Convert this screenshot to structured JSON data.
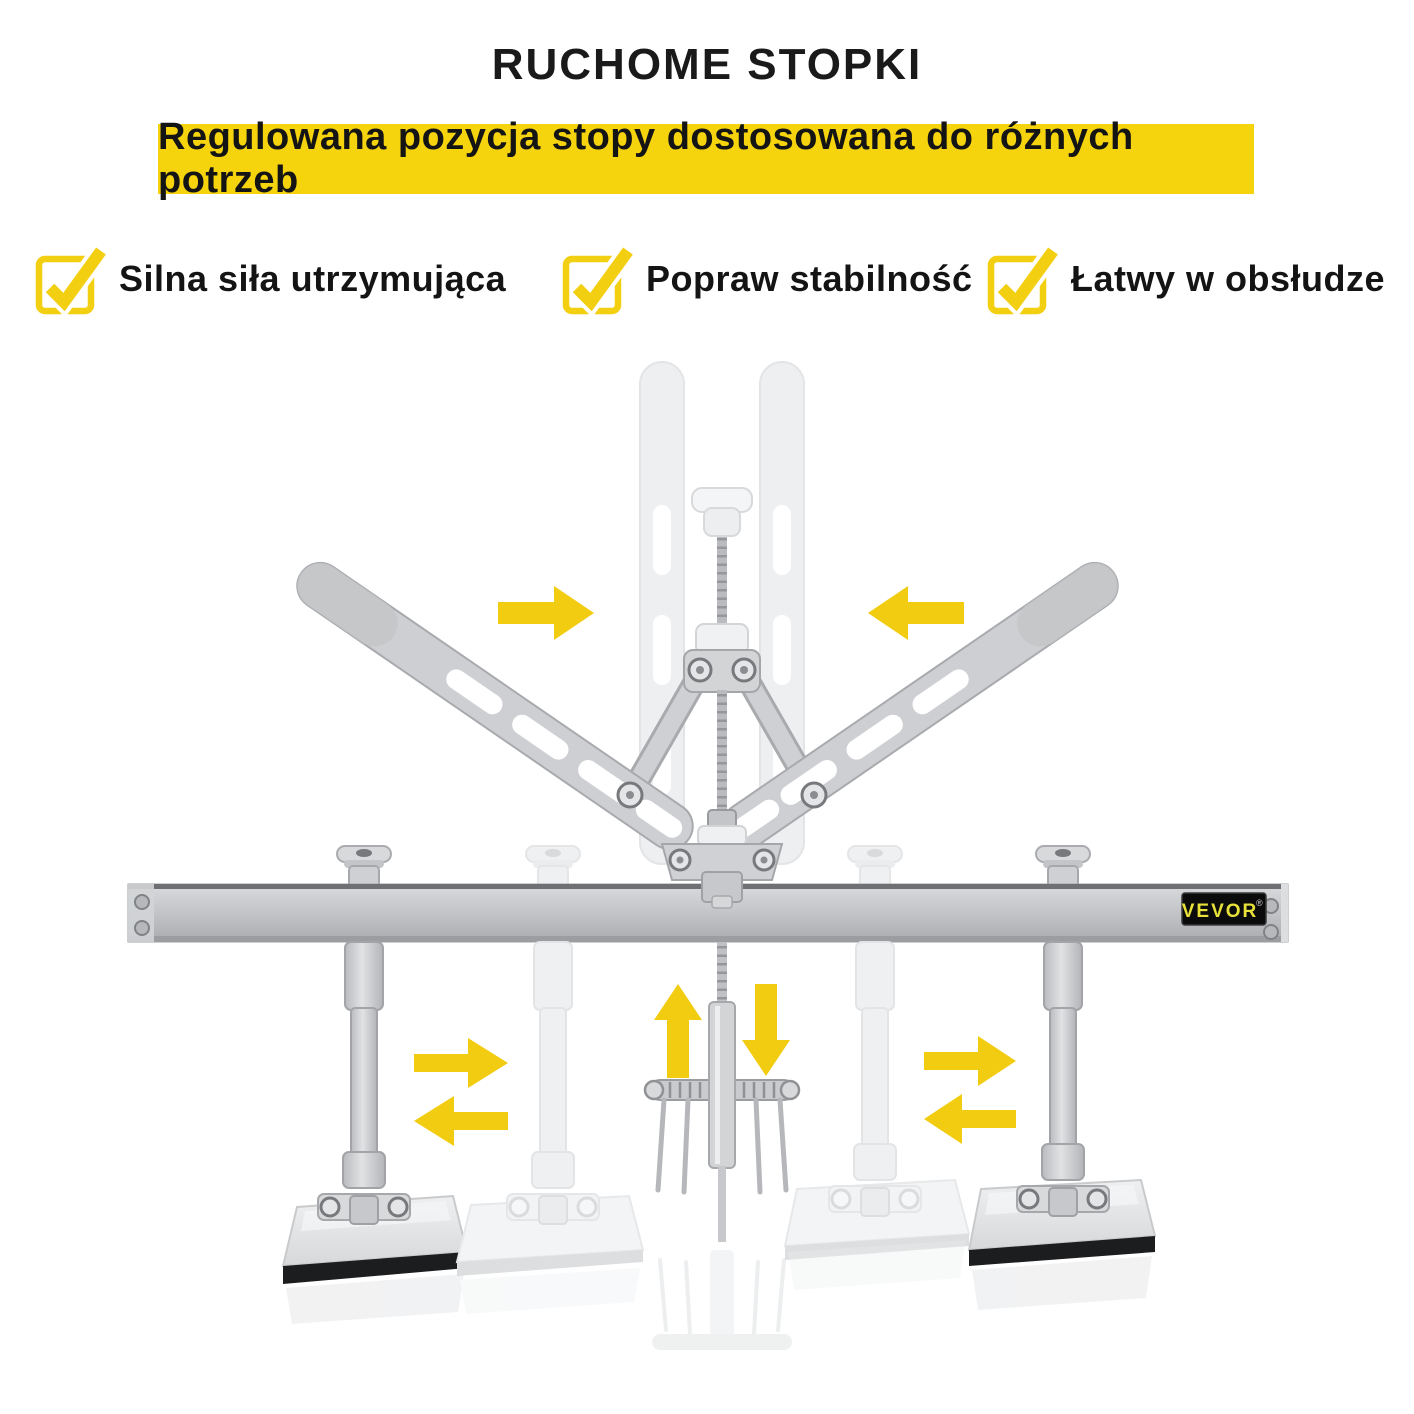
{
  "header": {
    "title": "RUCHOME STOPKI",
    "banner": {
      "text": "Regulowana pozycja stopy dostosowana do różnych potrzeb",
      "bg_color": "#F5D30D",
      "text_color": "#141414"
    }
  },
  "features": [
    {
      "icon": "checkbox-checked-icon",
      "label": "Silna siła utrzymująca"
    },
    {
      "icon": "checkbox-checked-icon",
      "label": "Popraw stabilność"
    },
    {
      "icon": "checkbox-checked-icon",
      "label": "Łatwy w obsłudze"
    }
  ],
  "illustration": {
    "brand_plate": {
      "text": "VEVOR",
      "registered_mark": "®",
      "bg_color": "#0b0b0b",
      "text_color": "#E7E139"
    },
    "accent_yellow": "#F3CF11",
    "arrow_color": "#F2CC10",
    "arrows": [
      {
        "name": "upper-move-right-arrow",
        "direction": "right"
      },
      {
        "name": "upper-move-left-arrow",
        "direction": "left"
      },
      {
        "name": "left-foot-move-right-arrow",
        "direction": "right"
      },
      {
        "name": "left-foot-move-left-arrow",
        "direction": "left"
      },
      {
        "name": "center-lift-up-arrow",
        "direction": "up"
      },
      {
        "name": "center-push-down-arrow",
        "direction": "down"
      },
      {
        "name": "right-foot-move-right-arrow",
        "direction": "right"
      },
      {
        "name": "right-foot-move-left-arrow",
        "direction": "left"
      }
    ]
  }
}
